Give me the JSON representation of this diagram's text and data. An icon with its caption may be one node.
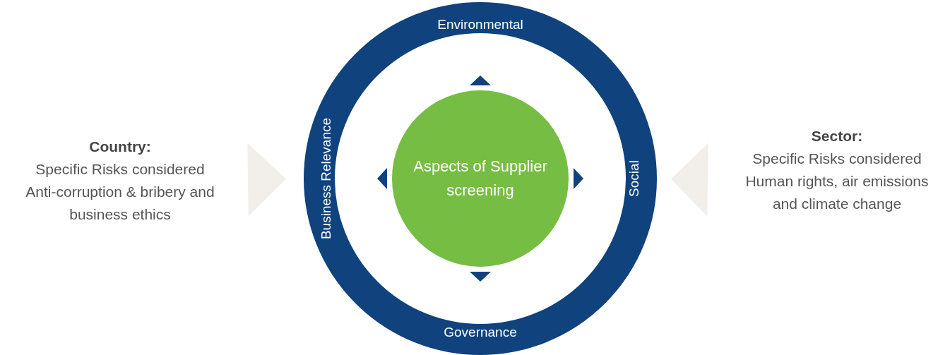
{
  "diagram": {
    "nodes": [
      {
        "text": [
          "Country:",
          "Specific Risks considered Anti-corruption & bribery and business ethics"
        ]
      },
      {
        "text": [
          "Environmental"
        ]
      },
      {
        "text": [
          "Social"
        ]
      },
      {
        "text": [
          "Governance"
        ]
      },
      {
        "text": [
          "Business Relevance"
        ]
      },
      {
        "text": [
          "Aspects of Supplier screening"
        ]
      },
      {
        "text": [
          "Sector:",
          "Specific Risks considered Human rights, air emissions and climate change"
        ]
      }
    ],
    "edges": [
      {
        "from": 5,
        "to": 1,
        "arrow": "to"
      },
      {
        "from": 5,
        "to": 2,
        "arrow": "to"
      },
      {
        "from": 5,
        "to": 3,
        "arrow": "to"
      },
      {
        "from": 5,
        "to": 4,
        "arrow": "to"
      },
      {
        "from": 0,
        "to": 4,
        "arrow": "to",
        "color": "#f2efeb"
      },
      {
        "from": 6,
        "to": 2,
        "arrow": "to",
        "color": "#f2efeb"
      }
    ]
  }
}
